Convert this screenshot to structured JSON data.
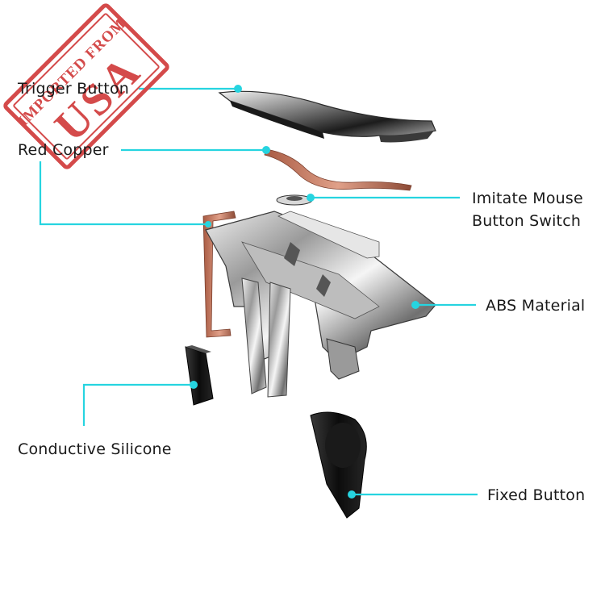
{
  "stamp": {
    "top_text": "IMPORTED FROM",
    "main_text": "USA",
    "color": "#d44a4a"
  },
  "callout_color": "#26d4e0",
  "labels": {
    "trigger_button": "Trigger Button",
    "red_copper": "Red Copper",
    "imitate_mouse_line1": "Imitate Mouse",
    "imitate_mouse_line2": "Button Switch",
    "abs_material": "ABS Material",
    "conductive_silicone": "Conductive Silicone",
    "fixed_button": "Fixed Button"
  }
}
